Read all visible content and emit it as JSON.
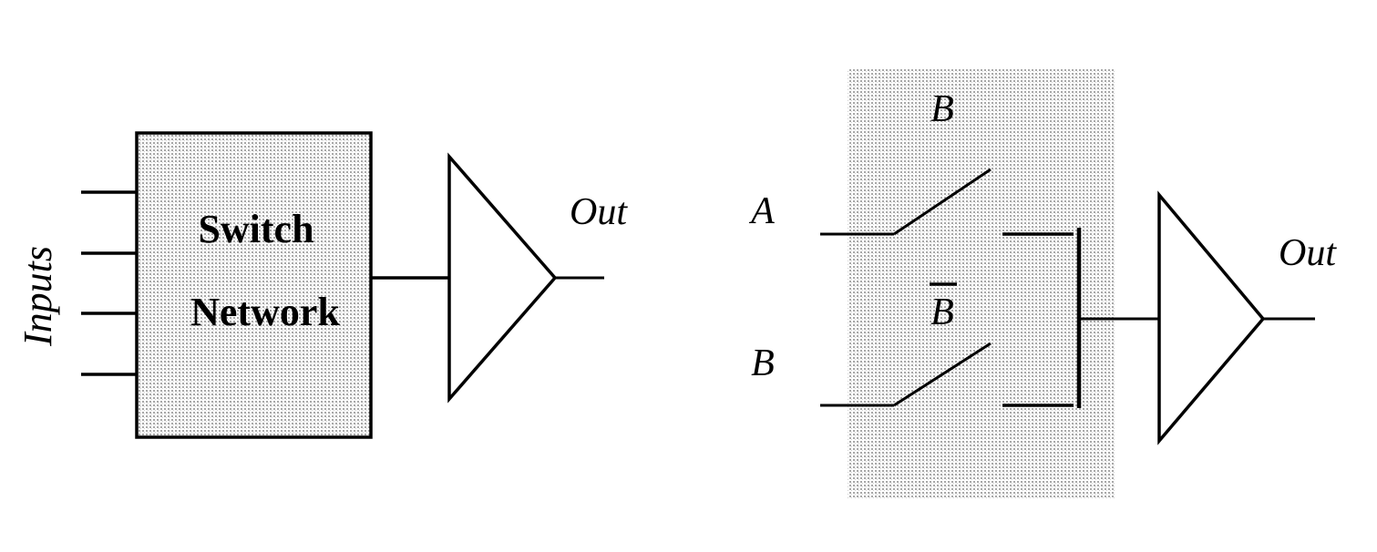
{
  "left_diagram": {
    "inputs_label": "Inputs",
    "block_label_line1": "Switch",
    "block_label_line2": "Network",
    "output_label": "Out",
    "input_count": 4
  },
  "right_diagram": {
    "switch_top_control": "B",
    "switch_bottom_control": "B",
    "switch_bottom_control_negated": true,
    "input_a_label": "A",
    "input_b_label": "B",
    "output_label": "Out"
  },
  "colors": {
    "stroke": "#000000",
    "shading_dot": "#9a9a9a",
    "background": "#ffffff"
  }
}
